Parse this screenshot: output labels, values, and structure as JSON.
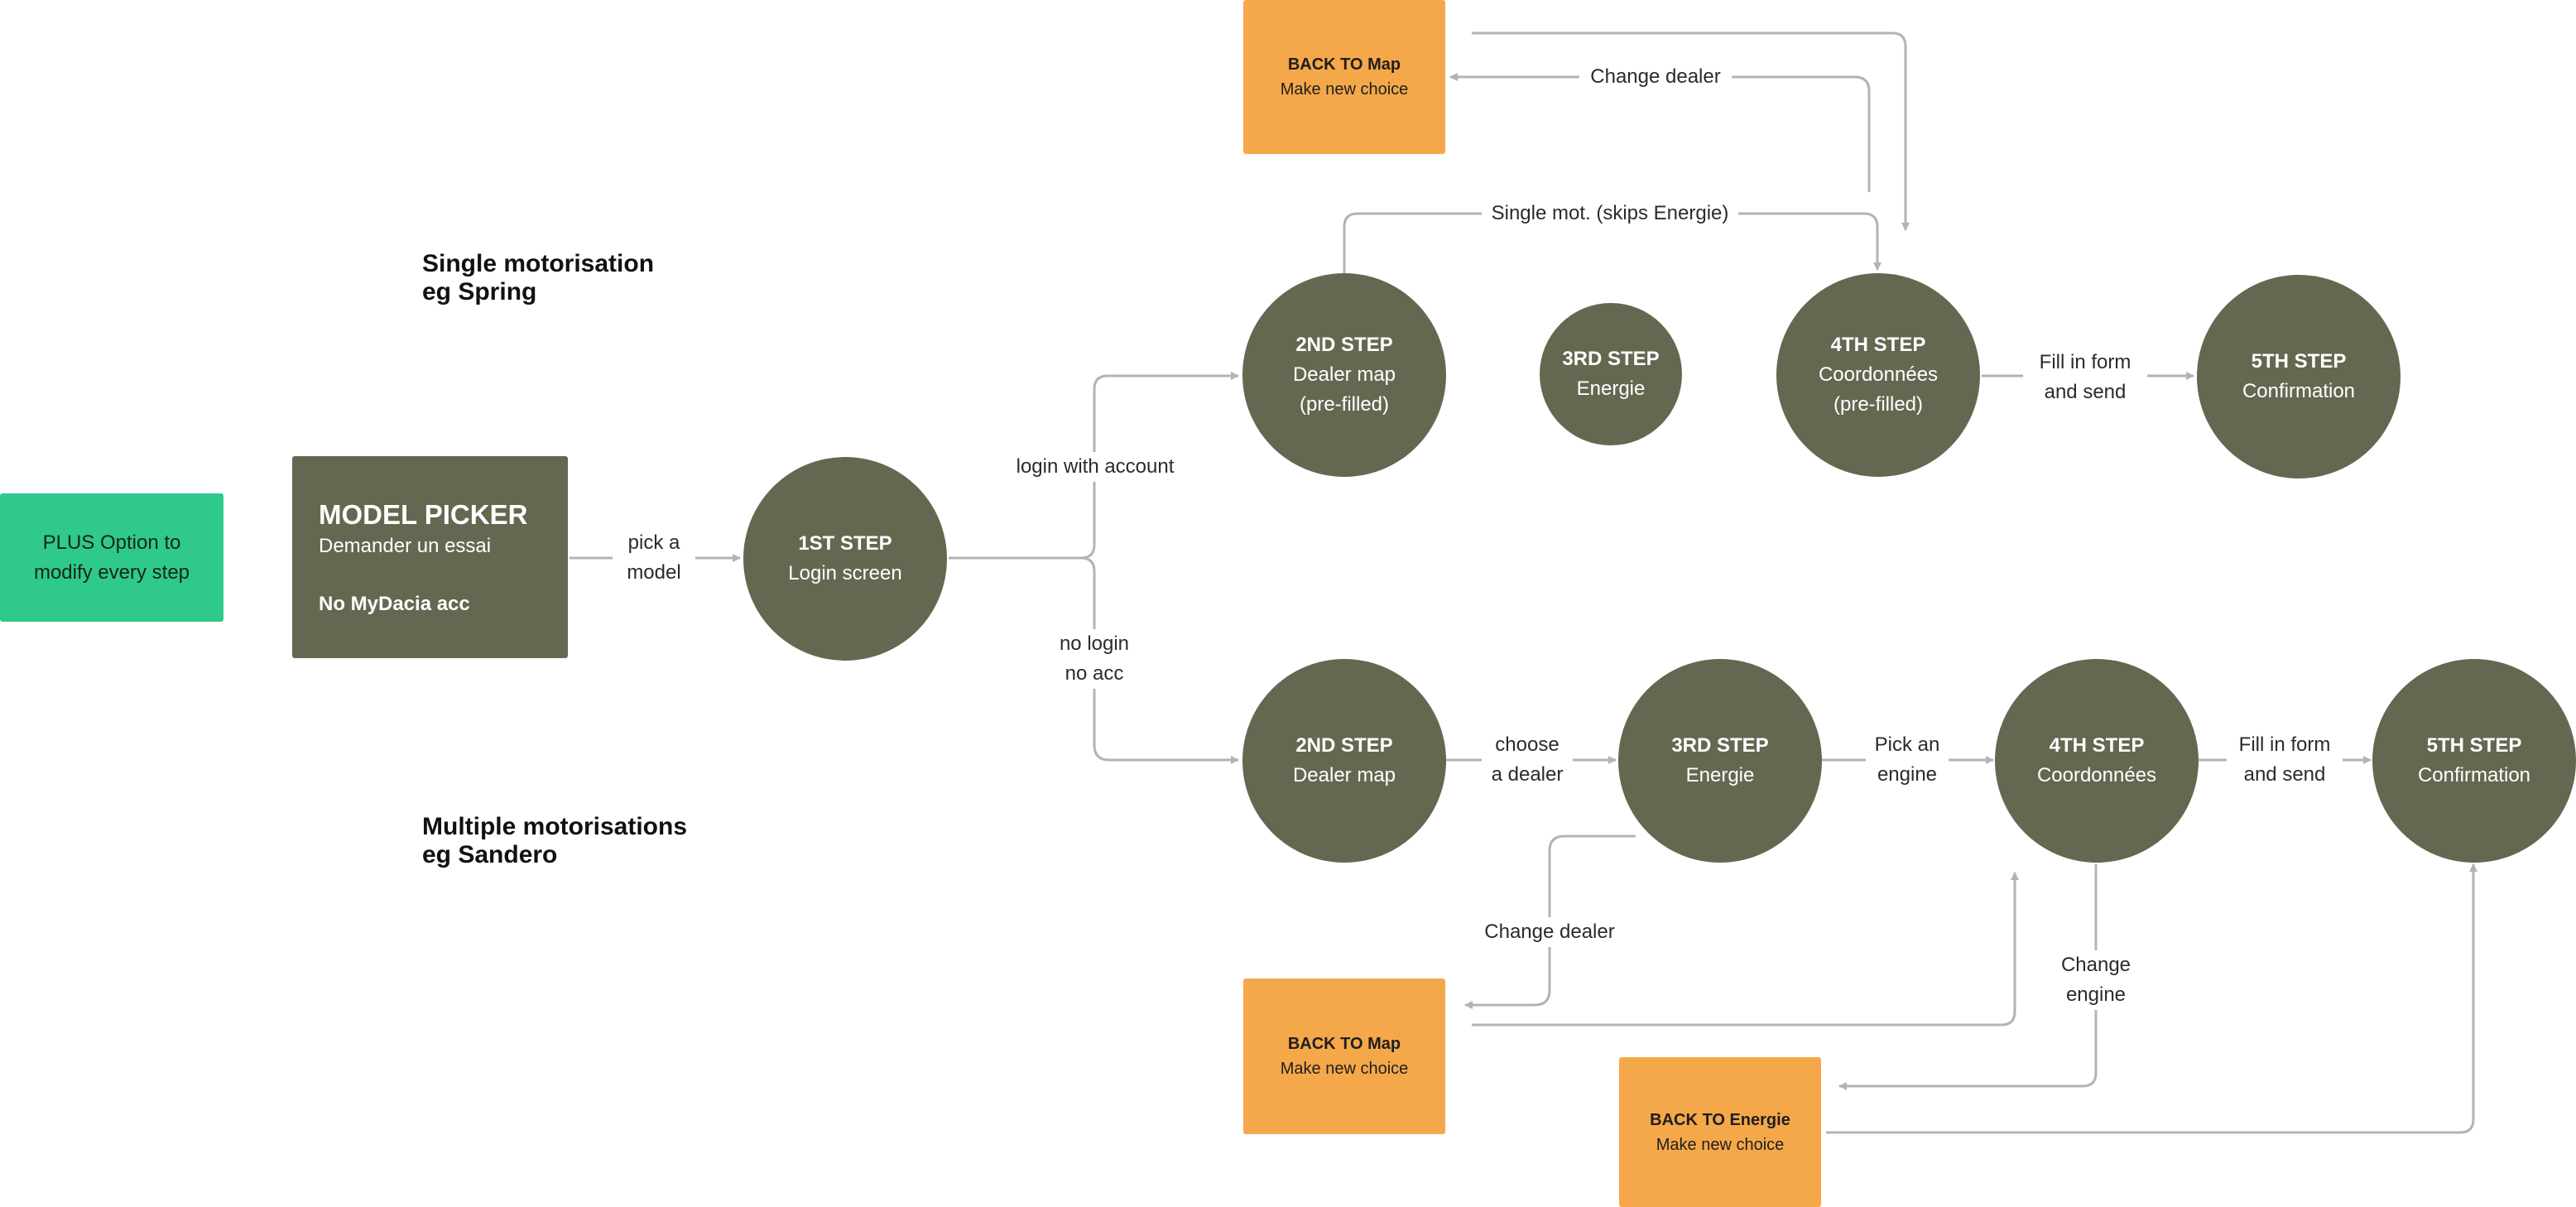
{
  "headings": {
    "single_line1": "Single motorisation",
    "single_line2": "eg Spring",
    "multi_line1": "Multiple motorisations",
    "multi_line2": "eg Sandero"
  },
  "plus_option": {
    "line1": "PLUS Option to",
    "line2": "modify every step"
  },
  "model_picker": {
    "title": "MODEL PICKER",
    "subtitle": "Demander un essai",
    "note": "No MyDacia acc"
  },
  "login_step": {
    "title": "1ST STEP",
    "subtitle": "Login screen"
  },
  "top_row": {
    "back_map": {
      "title": "BACK TO Map",
      "subtitle": "Make new choice"
    },
    "dealer_map": {
      "title": "2ND STEP",
      "line1": "Dealer map",
      "line2": "(pre-filled)"
    },
    "energie": {
      "title": "3RD STEP",
      "subtitle": "Energie"
    },
    "coordonnees": {
      "title": "4TH STEP",
      "line1": "Coordonnées",
      "line2": "(pre-filled)"
    },
    "confirmation": {
      "title": "5TH STEP",
      "subtitle": "Confirmation"
    }
  },
  "bottom_row": {
    "dealer_map": {
      "title": "2ND STEP",
      "subtitle": "Dealer map"
    },
    "energie": {
      "title": "3RD STEP",
      "subtitle": "Energie"
    },
    "coordonnees": {
      "title": "4TH STEP",
      "subtitle": "Coordonnées"
    },
    "confirmation": {
      "title": "5TH STEP",
      "subtitle": "Confirmation"
    },
    "back_map": {
      "title": "BACK TO Map",
      "subtitle": "Make new choice"
    },
    "back_energie": {
      "title": "BACK TO Energie",
      "subtitle": "Make new choice"
    }
  },
  "edge_labels": {
    "pick_model_1": "pick a",
    "pick_model_2": "model",
    "login_with_account": "login with account",
    "no_login_1": "no login",
    "no_login_2": "no acc",
    "change_dealer_top": "Change dealer",
    "single_mot": "Single mot. (skips Energie)",
    "fill_form_top_1": "Fill in form",
    "fill_form_top_2": "and send",
    "choose_dealer_1": "choose",
    "choose_dealer_2": "a dealer",
    "pick_engine_1": "Pick an",
    "pick_engine_2": "engine",
    "fill_form_bottom_1": "Fill in form",
    "fill_form_bottom_2": "and send",
    "change_dealer_bottom": "Change dealer",
    "change_engine_1": "Change",
    "change_engine_2": "engine"
  },
  "colors": {
    "node_fill": "#636950",
    "back_box": "#f5a84a",
    "plus_box": "#2fc98c",
    "edge": "#b3b3b3"
  }
}
